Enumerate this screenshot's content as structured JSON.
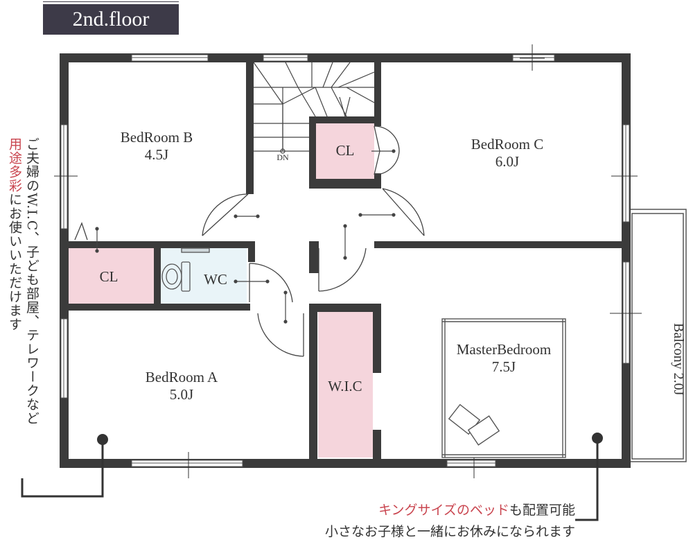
{
  "title": "2nd.floor",
  "rooms": {
    "bedroom_b": {
      "name": "BedRoom B",
      "size": "4.5J"
    },
    "bedroom_c": {
      "name": "BedRoom C",
      "size": "6.0J"
    },
    "bedroom_a": {
      "name": "BedRoom A",
      "size": "5.0J"
    },
    "master": {
      "name": "MasterBedroom",
      "size": "7.5J"
    },
    "cl_upper": "CL",
    "cl_left": "CL",
    "wc": "WC",
    "wic": "W.I.C",
    "balcony": {
      "name": "Balcony",
      "size": "2.0J"
    },
    "stairs_dn": "DN"
  },
  "notes": {
    "left": {
      "part1": "ご夫婦のW.I.C、子ども部屋、テレワーク",
      "part2": "など",
      "red": "用途多彩",
      "part3": "にお使いいただけます"
    },
    "bottom": {
      "red": "キングサイズのベッド",
      "line1_rest": "も配置可能",
      "line2": "小さなお子様と一緒にお休みになられます"
    }
  },
  "colors": {
    "wall": "#3b3b3b",
    "closet": "#f5d5dc",
    "wc": "#e9f4f8",
    "title_bg": "#3d3a48",
    "accent_red": "#c9454f"
  }
}
